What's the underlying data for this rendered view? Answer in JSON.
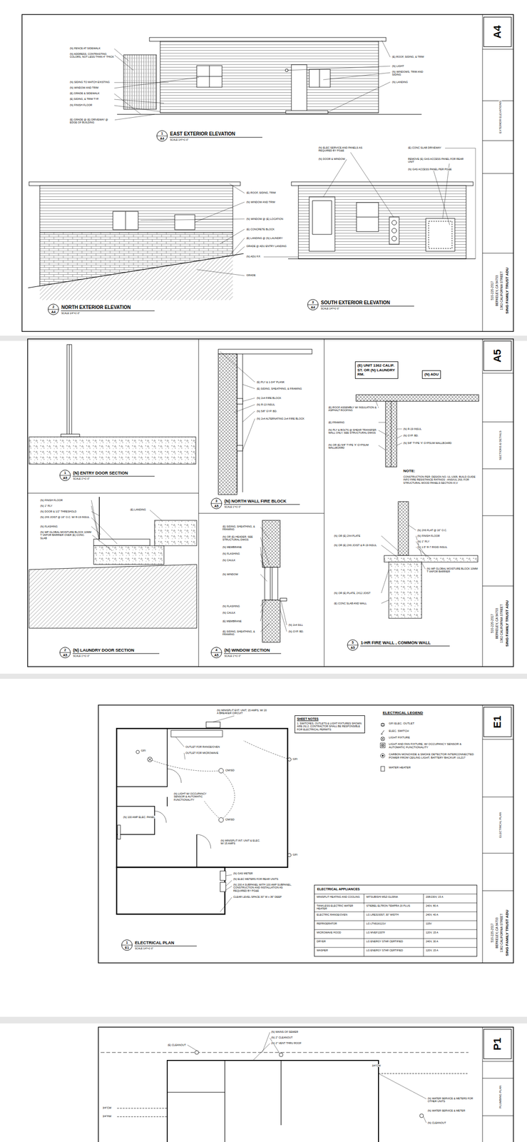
{
  "diagram": {
    "nodes": [
      {
        "text": [
          "A4"
        ]
      },
      {
        "text": [
          "1",
          "A4"
        ]
      },
      {
        "text": [
          "2",
          "A4"
        ]
      },
      {
        "text": [
          "3",
          "A4"
        ]
      },
      {
        "text": [
          "A5"
        ]
      },
      {
        "text": [
          "1",
          "A5"
        ]
      },
      {
        "text": [
          "2",
          "A5"
        ]
      },
      {
        "text": [
          "3",
          "A5"
        ]
      },
      {
        "text": [
          "4",
          "A5"
        ]
      },
      {
        "text": [
          "5",
          "A5"
        ]
      },
      {
        "text": [
          "(E) UNIT 1362 CALIF. ST. OR (N) LAUNDRY RM."
        ]
      },
      {
        "text": [
          "(N) ADU"
        ]
      },
      {
        "text": [
          "E1"
        ]
      },
      {
        "text": [
          "1",
          "E1"
        ]
      },
      {
        "text": [
          "SHEET NOTES",
          "1. SWITCHES, OUTLETS & LIGHT FIXTURES SHOWN ARE (N) 2. CONTRACTOR SHALL BE RESPONSIBLE FOR ELECTRICAL PERMITS"
        ]
      },
      {
        "text": [
          "P1"
        ]
      }
    ],
    "labels": [
      "(N) FENCE AT SIDEWALK",
      "(N) ADDRESS, CONTRASTING COLORS, NOT LESS THAN 4\" THICK",
      "(N) SIDING TO MATCH EXISTING",
      "(N) WINDOW AND TRIM",
      "(E) GRADE & SIDEWALK",
      "(E) SIDING, & TRIM TYP.",
      "(N) FINISH FLOOR",
      "(E) GRADE @ (E) DRIVEWAY @ EDGE OF BUILDING",
      "(E) ROOF, SIDING, & TRIM",
      "(N) LIGHT",
      "(N) WINDOWS, TRIM AND SIDING",
      "(N) LANDING",
      "EAST EXTERIOR ELEVATION",
      "SCALE 1/4\"=1'-0\"",
      "(E) ROOF, SIDING, TRIM",
      "(N) WINDOW AND TRIM",
      "(N) WINDOW @ (E) LOCATION",
      "(E) CONCRETE BLOCK",
      "(E) LANDING @ (N) LAUNDRY",
      "GRADE @ ADU ENTRY LANDING",
      "(N) ADU F.F.",
      "GRADE",
      "NORTH EXTERIOR ELEVATION",
      "SCALE 1/4\"=1'-0\"",
      "(N) ELEC SERVICE AND PANELS AS REQUIRED BY PG&E",
      "(N) DOOR & WINDOW",
      "(E) CONC SLAB DRIVEWAY",
      "REMOVE (E) GAS ACCESS PANEL FOR REAR UNIT",
      "(N) GAS ACCESS PANEL PER PG&E",
      "SOUTH EXTERIOR ELEVATION",
      "SCALE 1/4\"=1'-0\"",
      "EXTERIOR ELEVATIONS",
      "SING FAMILY TRUST ADU",
      "1362 CALIFORNIA STREET",
      "BERKELEY, CA 94703",
      "510-220-2017",
      "(N) ENTRY DOOR SECTION",
      "SCALE 1\"=1'-0\"",
      "(N) FINISH FLOOR",
      "(N) 1\" PLY",
      "(N) DOOR & 1/2\" THRESHOLD",
      "(N) 2X6 JOIST @ 16\" O.C. W/ R-19 INSUL",
      "(N) FLASHING",
      "(N) WP GLOBAL MOISTURE BLOCK 10MM T VAPOR BARRIER OVER (E) CONC. SLAB",
      "(E) LANDING",
      "(N) LAUNDRY DOOR SECTION",
      "SCALE 1\"=1'-0\"",
      "(E) PLY & 1-3/4\" PLANK",
      "(E) SIDING, SHEATHING, & FRAMING",
      "(N) 2x4 FIRE BLOCK",
      "(N) R-13 INSUL",
      "(N) 5/8\" GYP. BD.",
      "(N) 2x4 ALTERNATING 2x4 FIRE BLOCK",
      "(N) NORTH WALL FIRE BLOCK",
      "SCALE 1\"=1'-0\"",
      "(E) SIDING, SHEATHING, & FRAMING",
      "(N) OR (E) HEADER, SEE STRUCTURAL DWGS",
      "(N) MEMBRANE",
      "(N) FLASHING",
      "(N) CAULK",
      "(N) WINDOW",
      "(N) FLASHING",
      "(N) CAULK",
      "(E) MEMBRANE",
      "(E) SIDING, SHEATHING, & FRAMING",
      "(N) 2x4 SILL",
      "(N) GYP. BD.",
      "(N) WINDOW SECTION",
      "SCALE 1\"=1'-0\"",
      "(E) ROOF ASSEMBLY W/ INSULATION & ASPHALT ROOFING",
      "(E) FRAMING",
      "(N) PLY & BOLTS @ SHEAR TRANSFER. WALL ONLY, SEE STRUCTURAL DWGS",
      "(N) OR (E) 5/8\" TYPE 'X' GYPSUM WALLBOARD",
      "(N) R-19 INSUL",
      "(N) GYP. BD.",
      "(N) 5/8\" TYPE 'X' GYPSUM WALLBOARD",
      "NOTE:",
      "CONSTRUCTION PER: DESIGN NO. UL U305, BUILD GUIDE INFO FIRE RESISTANCE RATINGS - ANSI/UL 263, FOR STRUCTURAL WOOD PANELS SECTION III,V",
      "(N) OR (E) 2X4 PLATE",
      "(N) OR (E) 2X6 JOIST & R-19 INSUL",
      "(N) OR (E) PLATE, 2X12 JOIST",
      "(E) CONC SLAB AND WALL",
      "(N) 2X6 FLAT @ 16\" O.C.",
      "(N) FINISH FLOOR",
      "(N) 1\" PLY",
      "(N) 1.5\" R-7 RIGID INSUL",
      "(N) WP GLOBAL MOISTURE BLOCK 10MM T VAPOR BARRIER",
      "1-HR FIRE WALL , COMMON WALL",
      "SECTIONS & DETAILS",
      "SING FAMILY TRUST ADU",
      "1362 CALIFORNIA STREET",
      "BERKELEY, CA 94703",
      "510-220-2017",
      "(N) MINISPLIT EXT. UNIT, 15 AMPS, W/ 20 A BREAKER CIRCUIT",
      "OUTLET FOR RANGE/OVEN",
      "OUTLET FOR MICROWAVE",
      "(N) LIGHT W/ OCCUPANCY SENSOR & AUTOMATIC FUNCTIONALITY",
      "(N) 100 AMP ELEC. PANEL",
      "(N) MINISPLIT INT. UNIT & ELEC. W/ 15 AMPS",
      "GFI",
      "GFI",
      "GFI",
      "CM/SD",
      "CM/SD",
      "(N) GAS METER",
      "(N) ELEC METERS FOR REAR UNITS",
      "(N) 200 A SUBPANEL WITH 100 AMP SUBPANEL, CONSTRUCTION AND INSTALLATION AS REQUIRED BY PG&E",
      "CLEAR LEVEL SPACE 30\" W x 36\" DEEP",
      "ELECTRICAL PLAN",
      "SCALE 1/4\"=1'-0\"",
      "ELECTRICAL LEGEND",
      "ELECTRICAL APPLIANCES",
      "MINISPLIT HEATING AND COOLING",
      "MITSUBISHI MSZ-GL09NA",
      "208/230V, 15 A",
      "TANKLESS ELECTRIC WATER HEATER",
      "STIEBEL ELTRON TEMPRA 20 PLUS",
      "240V, 80 A",
      "ELECTRIC RANGE/OVEN",
      "LG LRE3193ST, 30\" WIDTH",
      "240V, 40 A",
      "REFRIGERATOR",
      "LG LTNS16121V",
      "115V",
      "MICROWAVE HOOD",
      "LG MVEF1337F",
      "120V, 15 A",
      "DRYER",
      "LG ENERGY STAR CERTIFIED",
      "240V, 30 A",
      "WASHER",
      "LG ENERGY STAR CERTIFIED",
      "120V, 15 A",
      "ELECTRICAL PLAN",
      "SING FAMILY TRUST ADU",
      "1362 CALIFORNIA STREET",
      "BERKELEY, CA 94703",
      "510-220-2017",
      "(E) CLEANOUT",
      "(N) MAINS OF SEWER",
      "(N) 2\" CLEANOUT",
      "(N) 2\" VENT THRU ROOF",
      "3/4\"CW",
      "3/4\"CW",
      "3/4\"HW",
      "(N) WATER SERVICE & METERS FOR OTHER UNITS",
      "(N) WATER SERVICE & METER",
      "(N) CLEANOUT",
      "PLUMBING PLAN"
    ],
    "legend": [
      {
        "text": "GFI ELEC. OUTLET"
      },
      {
        "text": "ELEC. SWITCH"
      },
      {
        "text": "LIGHT FIXTURE"
      },
      {
        "text": "LIGHT AND FAN FIXTURE, W/ OCCUPANCY SENSOR & AUTOMATIC FUNCTIONALITY"
      },
      {
        "text": "CARBON MONOXIDE & SMOKE DETECTOR INTERCONNECTED POWER FROM CEILING LIGHT, BATTERY BACKUP, UL217"
      },
      {
        "text": "WATER HEATER"
      }
    ]
  }
}
